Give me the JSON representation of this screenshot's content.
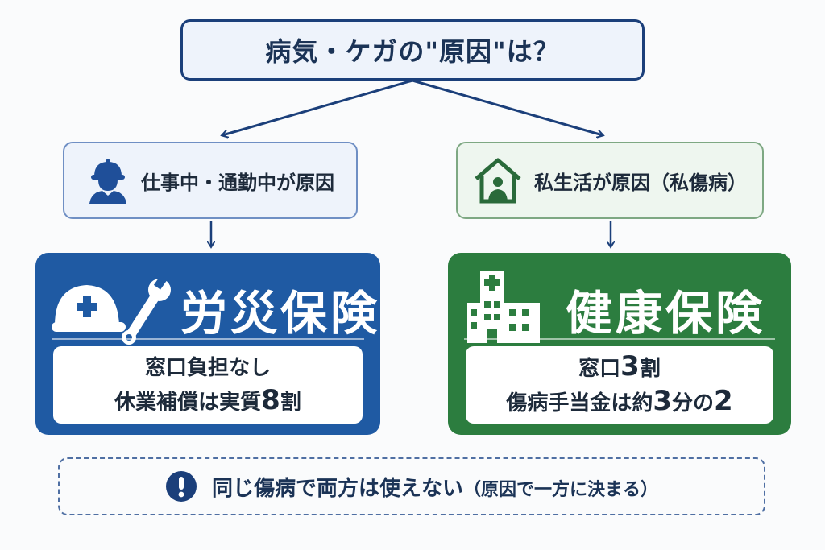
{
  "question": "病気・ケガの\"原因\"は？",
  "causes": {
    "work": {
      "label": "仕事中・通勤中が原因",
      "icon": "worker-icon"
    },
    "private": {
      "label": "私生活が原因（私傷病）",
      "icon": "house-person-icon"
    }
  },
  "insurance": {
    "rousai": {
      "title": "労災保険",
      "line1": "窓口負担なし",
      "line2_prefix": "休業補償は実質",
      "line2_num": "8",
      "line2_suffix": "割",
      "icon": "helmet-wrench-icon"
    },
    "kenpo": {
      "title": "健康保険",
      "line1_prefix": "窓口",
      "line1_num": "3",
      "line1_suffix": "割",
      "line2_prefix": "傷病手当金は約",
      "line2_num": "3",
      "line2_mid": "分の",
      "line2_num2": "2",
      "icon": "hospital-icon"
    }
  },
  "note": {
    "main": "同じ傷病で両方は使えない",
    "sub": "（原因で一方に決まる）",
    "icon": "exclamation-icon"
  },
  "colors": {
    "navy": "#1b3f7a",
    "blue": "#1f5aa3",
    "green": "#2c7d3f",
    "light_blue": "#eef3fb",
    "light_green": "#eef6ef"
  }
}
